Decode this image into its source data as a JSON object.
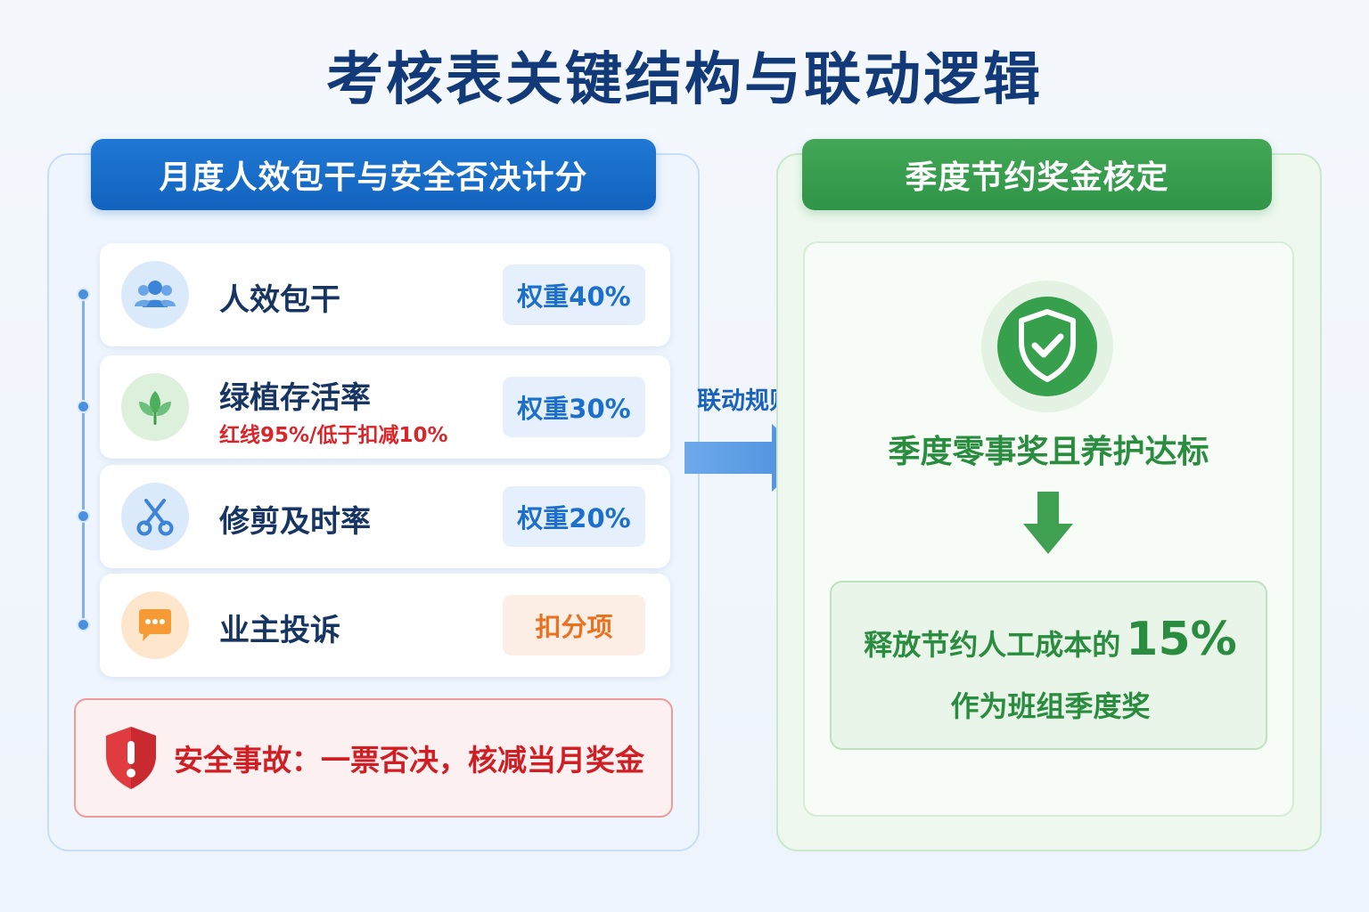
{
  "title": "考核表关键结构与联动逻辑",
  "left": {
    "header": "月度人效包干与安全否决计分",
    "items": [
      {
        "label": "人效包干",
        "sub": "",
        "weight": "权重40%",
        "icon": "people-icon",
        "color": "#4a90e2"
      },
      {
        "label": "绿植存活率",
        "sub": "红线95%/低于扣减10%",
        "weight": "权重30%",
        "icon": "leaf-icon",
        "color": "#52b060"
      },
      {
        "label": "修剪及时率",
        "sub": "",
        "weight": "权重20%",
        "icon": "scissors-icon",
        "color": "#4a90e2"
      },
      {
        "label": "业主投诉",
        "sub": "",
        "weight": "扣分项",
        "icon": "chat-icon",
        "color": "#f5a040"
      }
    ],
    "alert": "安全事故：一票否决，核减当月奖金"
  },
  "link_label": "联动规则",
  "right": {
    "header": "季度节约奖金核定",
    "condition": "季度零事奖且养护达标",
    "result_text": "释放节约人工成本的",
    "result_pct": "15%",
    "result_line2": "作为班组季度奖"
  },
  "colors": {
    "blue_primary": "#1c6fcb",
    "green_primary": "#2f9447",
    "alert_red": "#cf1f25",
    "orange": "#e8721f"
  }
}
